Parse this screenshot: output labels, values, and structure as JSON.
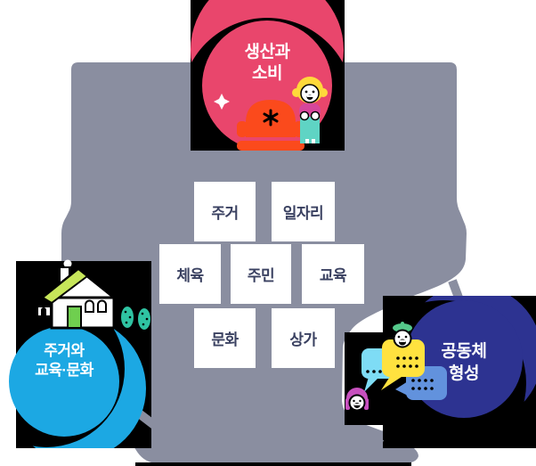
{
  "diagram": {
    "nodes": {
      "top": {
        "line1": "생산과",
        "line2": "소비",
        "color": "#E9466C",
        "illustration": "shopper-and-armchair"
      },
      "left": {
        "line1": "주거와",
        "line2": "교육·문화",
        "color": "#1CA8E3",
        "illustration": "house-with-trees"
      },
      "right": {
        "line1": "공동체",
        "line2": "형성",
        "color": "#2D3391",
        "illustration": "chat-bubbles-people"
      }
    },
    "keywords": [
      {
        "label": "주거"
      },
      {
        "label": "일자리"
      },
      {
        "label": "체육"
      },
      {
        "label": "주민"
      },
      {
        "label": "교육"
      },
      {
        "label": "문화"
      },
      {
        "label": "상가"
      }
    ],
    "colors": {
      "blob": "#8A8EA0",
      "panel_bg": "#000000",
      "card_bg": "#FFFFFF",
      "card_text": "#3A4161",
      "accent_orange": "#FB4A1C",
      "accent_yellow": "#FFE23F",
      "accent_teal": "#5FD4C4",
      "accent_green": "#6FCF4F",
      "accent_magenta": "#D6469B"
    }
  }
}
